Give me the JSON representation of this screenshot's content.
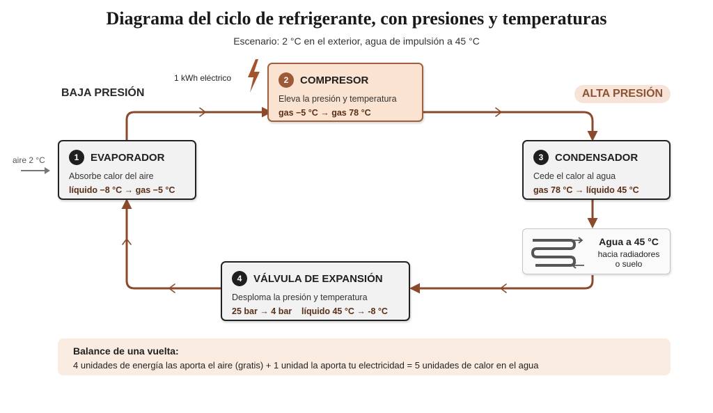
{
  "title": "Diagrama del ciclo de refrigerante, con presiones y temperaturas",
  "subtitle": "Escenario: 2 °C en el exterior, agua de impulsión a 45 °C",
  "labels": {
    "low_pressure": "BAJA PRESIÓN",
    "high_pressure": "ALTA PRESIÓN",
    "electric_input": "1 kWh eléctrico",
    "air_input": "aire 2 °C"
  },
  "stages": {
    "evaporator": {
      "number": "1",
      "title": "EVAPORADOR",
      "description": "Absorbe calor del aire",
      "transition": "líquido −8 °C → gas −5 °C"
    },
    "compressor": {
      "number": "2",
      "title": "COMPRESOR",
      "description": "Eleva la presión y temperatura",
      "transition": "gas −5 °C → gas 78 °C"
    },
    "condenser": {
      "number": "3",
      "title": "CONDENSADOR",
      "description": "Cede el calor al agua",
      "transition": "gas 78 °C → líquido 45 °C"
    },
    "expansion_valve": {
      "number": "4",
      "title": "VÁLVULA DE EXPANSIÓN",
      "description": "Desploma la presión y temperatura",
      "transition": "25 bar → 4 bar    líquido 45 °C → -8 °C"
    }
  },
  "water_output": {
    "title": "Agua a 45 °C",
    "line1": "hacia radiadores",
    "line2": "o suelo"
  },
  "balance": {
    "title": "Balance de una vuelta:",
    "text": "4 unidades de energía las aporta el aire (gratis) + 1 unidad la aporta tu electricidad = 5 unidades de calor en el agua"
  },
  "colors": {
    "pipe": "#8b4a2b",
    "compressor_fill": "#fbe3d2",
    "high_pressure_badge": "#f8e3d8",
    "balance_fill": "#fbece2"
  }
}
